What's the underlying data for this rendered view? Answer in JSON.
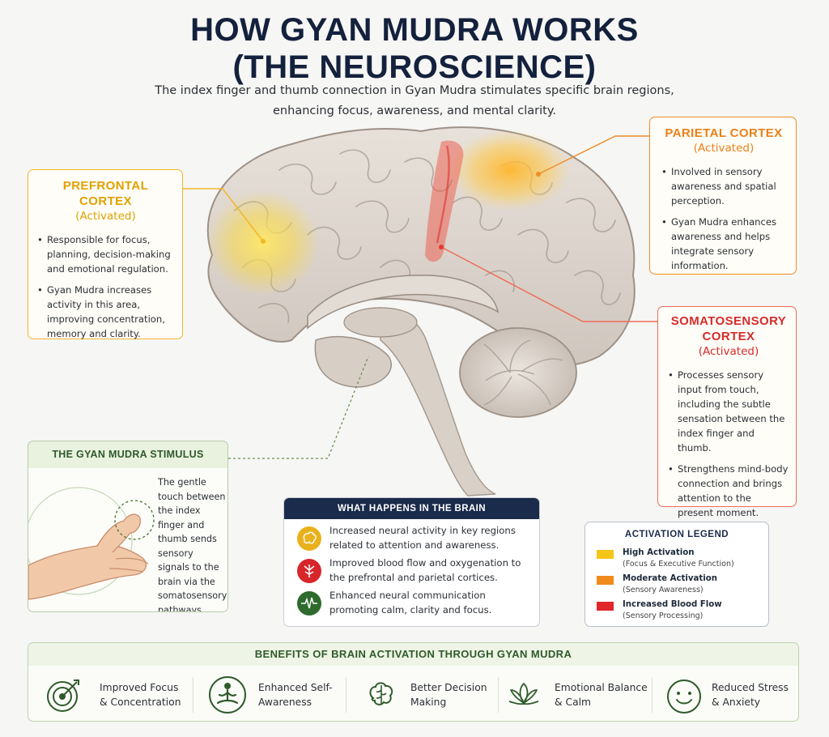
{
  "title": {
    "line1": "HOW GYAN MUDRA WORKS",
    "line2": "(THE NEUROSCIENCE)"
  },
  "subtitle": {
    "line1": "The index finger and thumb connection in Gyan Mudra stimulates specific brain regions,",
    "line2": "enhancing focus, awareness, and mental clarity."
  },
  "prefrontal": {
    "heading": "PREFRONTAL CORTEX",
    "status": "(Activated)",
    "bullets": [
      "Responsible for focus, planning, decision-making and emotional regulation.",
      "Gyan Mudra increases activity in this area, improving concentration, memory and clarity."
    ]
  },
  "parietal": {
    "heading": "PARIETAL CORTEX",
    "status": "(Activated)",
    "bullets": [
      "Involved in sensory awareness and spatial perception.",
      "Gyan Mudra enhances awareness and helps integrate sensory information."
    ]
  },
  "somatosensory": {
    "heading_line1": "SOMATOSENSORY",
    "heading_line2": "CORTEX",
    "status": "(Activated)",
    "bullets": [
      "Processes sensory input from touch, including the subtle sensation between the index finger and thumb.",
      "Strengthens mind-body connection and brings attention to the present moment."
    ]
  },
  "stimulus": {
    "heading": "THE GYAN MUDRA STIMULUS",
    "text": "The gentle touch between the index finger and thumb sends sensory signals to the brain via the somatosensory pathways."
  },
  "what_happens": {
    "heading": "WHAT HAPPENS IN THE BRAIN",
    "items": [
      {
        "text": "Increased neural activity in key regions related to attention and awareness.",
        "icon": "brain-icon",
        "color": "#e9b21c"
      },
      {
        "text": "Improved blood flow and oxygenation to the prefrontal and parietal cortices.",
        "icon": "blood-flow-icon",
        "color": "#d7262b"
      },
      {
        "text": "Enhanced neural communication promoting calm, clarity and focus.",
        "icon": "pulse-icon",
        "color": "#2e6b2c"
      }
    ]
  },
  "legend": {
    "heading": "ACTIVATION LEGEND",
    "items": [
      {
        "title": "High Activation",
        "sub": "(Focus & Executive Function)",
        "color": "#f5c518"
      },
      {
        "title": "Moderate Activation",
        "sub": "(Sensory Awareness)",
        "color": "#f08a1c"
      },
      {
        "title": "Increased Blood Flow",
        "sub": "(Sensory Processing)",
        "color": "#e0262b"
      }
    ]
  },
  "benefits": {
    "heading": "BENEFITS OF BRAIN ACTIVATION THROUGH GYAN MUDRA",
    "items": [
      {
        "line1": "Improved Focus",
        "line2": "& Concentration",
        "icon": "target-icon"
      },
      {
        "line1": "Enhanced Self-",
        "line2": "Awareness",
        "icon": "meditation-icon"
      },
      {
        "line1": "Better Decision",
        "line2": "Making",
        "icon": "brain-icon"
      },
      {
        "line1": "Emotional Balance",
        "line2": "& Calm",
        "icon": "lotus-icon"
      },
      {
        "line1": "Reduced Stress",
        "line2": "& Anxiety",
        "icon": "smile-icon"
      }
    ]
  },
  "colors": {
    "navy": "#14213d",
    "prefrontal": "#e0a100",
    "parietal": "#e8801a",
    "somatosensory": "#d62b2b",
    "green": "#2f5a2b"
  }
}
